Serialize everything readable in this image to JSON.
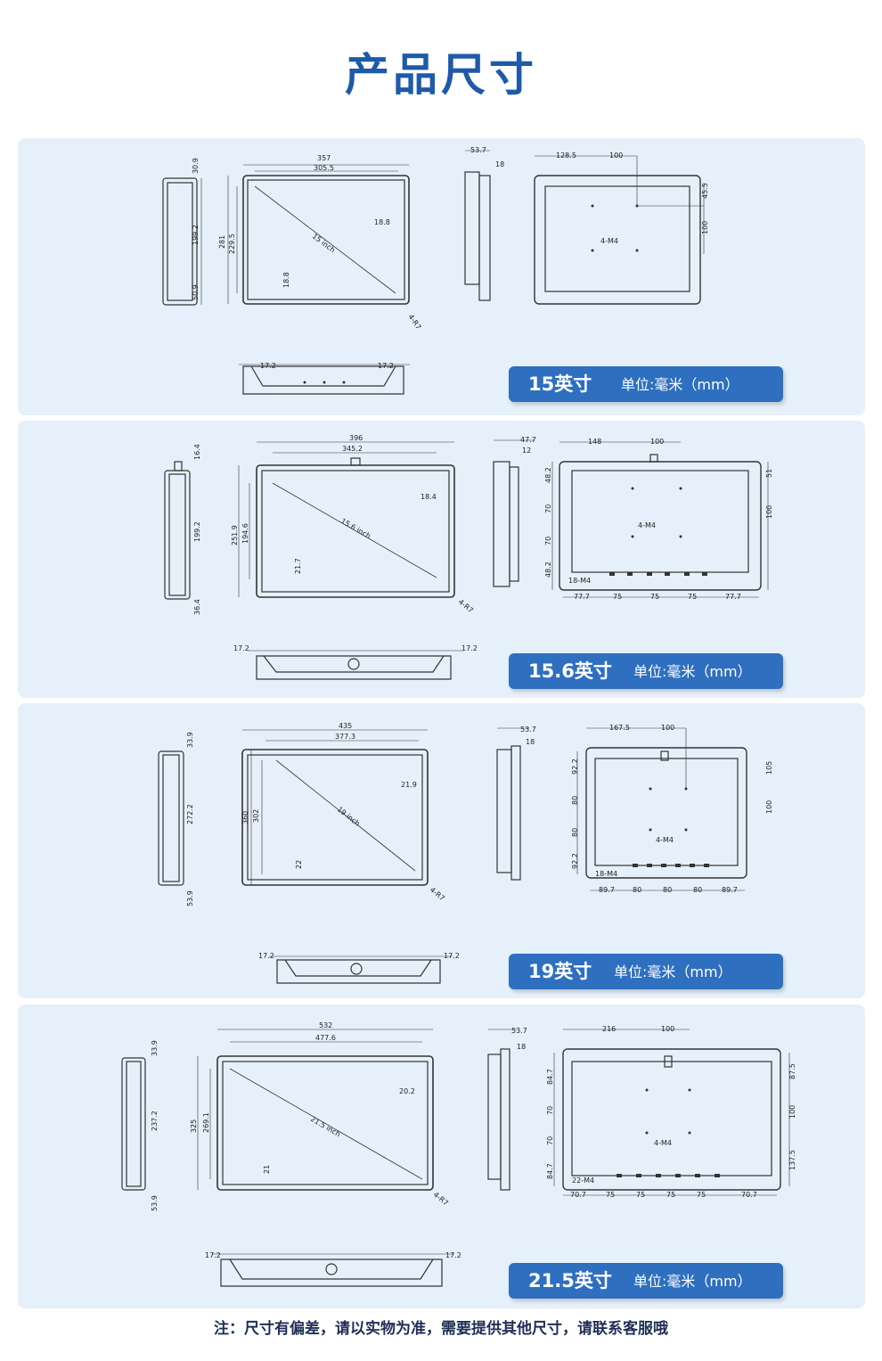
{
  "title": "产品尺寸",
  "colors": {
    "title": "#1e5aa8",
    "panel_bg": "#e6f0fb",
    "badge_bg": "#2e6fbf",
    "line": "#333333"
  },
  "panels": [
    {
      "size_label": "15英寸",
      "unit_label": "单位:毫米（mm）",
      "dims": {
        "side_top": "30.9",
        "side_mid": "199.2",
        "side_bot": "50.9",
        "width": "357",
        "view_width": "305.5",
        "height": "281",
        "view_height": "229.5",
        "border_right": "18.8",
        "border_bottom": "18.8",
        "diag": "15 inch",
        "radius": "4-R7",
        "depth": "53.7",
        "depth_bezel": "18",
        "back_left": "128.5",
        "back_hole": "100",
        "back_right_top": "45.5",
        "back_right_mid": "100",
        "vesa": "4-M4",
        "bottom_left": "17.2",
        "bottom_right": "17.2"
      }
    },
    {
      "size_label": "15.6英寸",
      "unit_label": "单位:毫米（mm）",
      "dims": {
        "side_top": "16.4",
        "side_mid": "199.2",
        "side_bot": "36.4",
        "width": "396",
        "view_width": "345.2",
        "height": "251.9",
        "view_height": "194.6",
        "border_right": "18.4",
        "border_bottom": "21.7",
        "diag": "15.6 inch",
        "radius": "4-R7",
        "depth": "47.7",
        "depth_bezel": "12",
        "back_left": "148",
        "back_hole": "100",
        "back_right_top": "51",
        "back_right_mid": "100",
        "back_left_1": "48.2",
        "back_left_2": "70",
        "back_left_3": "70",
        "back_left_4": "48.2",
        "holes": "18-M4",
        "vesa": "4-M4",
        "bot_1": "77.7",
        "bot_2": "75",
        "bot_3": "75",
        "bot_4": "75",
        "bot_5": "77.7",
        "bottom_left": "17.2",
        "bottom_right": "17.2"
      }
    },
    {
      "size_label": "19英寸",
      "unit_label": "单位:毫米（mm）",
      "dims": {
        "side_top": "33.9",
        "side_mid": "272.2",
        "side_bot": "53.9",
        "width": "435",
        "view_width": "377.3",
        "height": "360",
        "view_height": "302",
        "border_right": "21.9",
        "border_bottom": "22",
        "diag": "19 inch",
        "radius": "4-R7",
        "depth": "53.7",
        "depth_bezel": "18",
        "back_left": "167.5",
        "back_hole": "100",
        "back_right_top": "105",
        "back_right_mid": "100",
        "back_left_1": "92.2",
        "back_left_2": "80",
        "back_left_3": "80",
        "back_left_4": "92.2",
        "holes": "18-M4",
        "vesa": "4-M4",
        "bot_1": "89.7",
        "bot_2": "80",
        "bot_3": "80",
        "bot_4": "80",
        "bot_5": "89.7",
        "bottom_left": "17.2",
        "bottom_right": "17.2"
      }
    },
    {
      "size_label": "21.5英寸",
      "unit_label": "单位:毫米（mm）",
      "dims": {
        "side_top": "33.9",
        "side_mid": "237.2",
        "side_bot": "53.9",
        "width": "532",
        "view_width": "477.6",
        "height": "325",
        "view_height": "269.1",
        "border_right": "20.2",
        "border_bottom": "21",
        "diag": "21.5 inch",
        "radius": "4-R7",
        "depth": "53.7",
        "depth_bezel": "18",
        "back_left": "216",
        "back_hole": "100",
        "back_right_top": "87.5",
        "back_right_mid": "100",
        "back_right_bot": "137.5",
        "back_left_1": "84.7",
        "back_left_2": "70",
        "back_left_3": "70",
        "back_left_4": "84.7",
        "holes": "22-M4",
        "vesa": "4-M4",
        "bot_1": "70.7",
        "bot_2": "75",
        "bot_3": "75",
        "bot_4": "75",
        "bot_5": "75",
        "bot_6": "70.7",
        "bottom_left": "17.2",
        "bottom_right": "17.2"
      }
    }
  ],
  "note": "注：尺寸有偏差，请以实物为准，需要提供其他尺寸，请联系客服哦"
}
